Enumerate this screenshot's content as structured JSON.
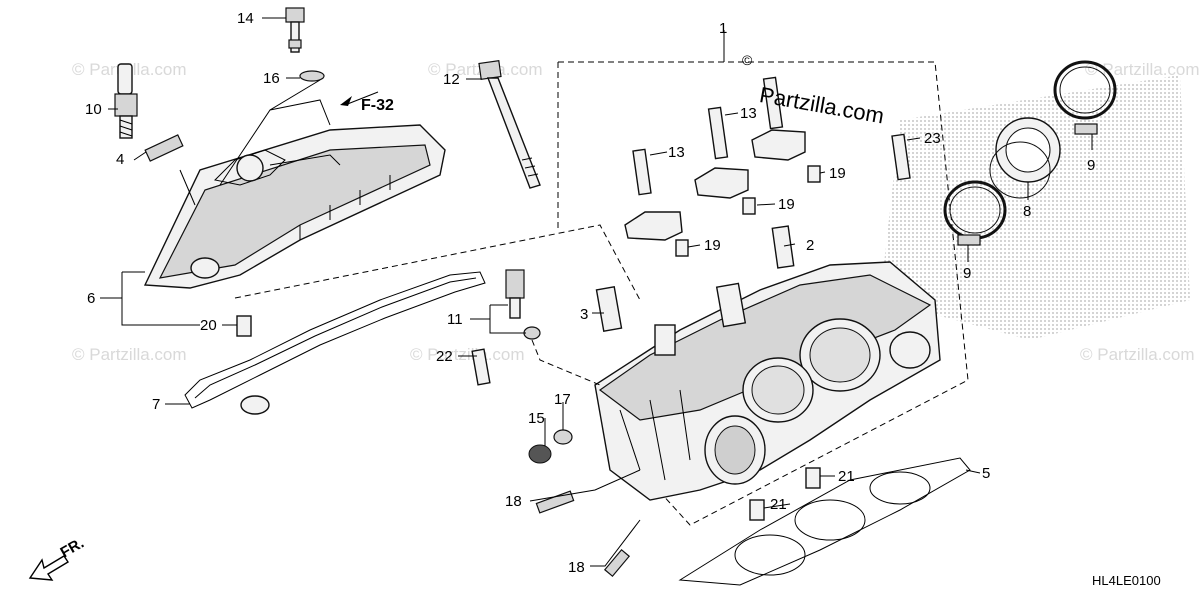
{
  "watermark": {
    "text": "© Partzilla.com",
    "brand": "Partzilla.com",
    "copyright": "©"
  },
  "reference": {
    "label": "F-32"
  },
  "diagram_code": "HL4LE0100",
  "front_marker": "FR.",
  "callouts": {
    "c1": "1",
    "c2": "2",
    "c3": "3",
    "c4": "4",
    "c5": "5",
    "c6": "6",
    "c7": "7",
    "c8": "8",
    "c9a": "9",
    "c9b": "9",
    "c10": "10",
    "c11": "11",
    "c12": "12",
    "c13a": "13",
    "c13b": "13",
    "c14": "14",
    "c15": "15",
    "c16": "16",
    "c17": "17",
    "c18a": "18",
    "c18b": "18",
    "c19a": "19",
    "c19b": "19",
    "c19c": "19",
    "c20": "20",
    "c21a": "21",
    "c21b": "21",
    "c22": "22",
    "c23": "23"
  },
  "colors": {
    "line": "#000000",
    "watermark": "#d9d9d9",
    "part_fill": "#f2f2f2",
    "stipple": "#bfbfbf"
  }
}
